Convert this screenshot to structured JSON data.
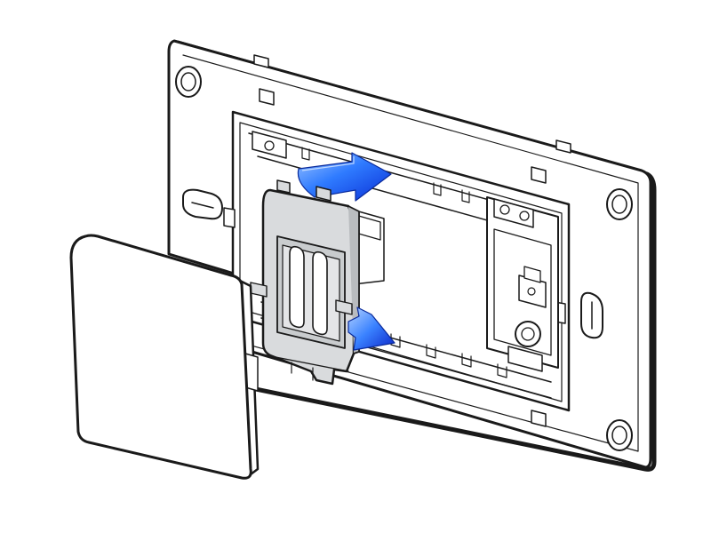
{
  "diagram": {
    "kind": "installation-illustration",
    "colors": {
      "background": "#ffffff",
      "outline": "#1a1a1a",
      "frame_fill": "#ffffff",
      "module_fill": "#d9dbdd",
      "module_shadow": "#b9bcbf",
      "arrow_light": "#7fb2ff",
      "arrow_mid": "#2f7bff",
      "arrow_dark": "#0a2fd6"
    },
    "parts": [
      {
        "name": "cover-plate-frame"
      },
      {
        "name": "mounting-bracket"
      },
      {
        "name": "switch-module"
      },
      {
        "name": "rocker-key"
      },
      {
        "name": "socket-module"
      },
      {
        "name": "insert-arrow-top"
      },
      {
        "name": "insert-arrow-bottom"
      }
    ]
  }
}
